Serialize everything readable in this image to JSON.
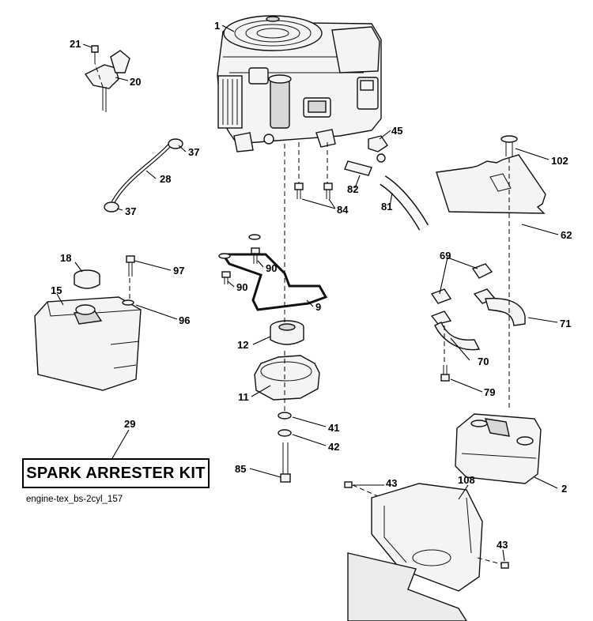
{
  "callouts": {
    "p1": "1",
    "p21": "21",
    "p20": "20",
    "p45": "45",
    "p37a": "37",
    "p37b": "37",
    "p28": "28",
    "p82": "82",
    "p84": "84",
    "p81": "81",
    "p102": "102",
    "p62": "62",
    "p18": "18",
    "p97": "97",
    "p15": "15",
    "p96": "96",
    "p90a": "90",
    "p90b": "90",
    "p9": "9",
    "p69": "69",
    "p71": "71",
    "p12": "12",
    "p70": "70",
    "p11": "11",
    "p79": "79",
    "p41": "41",
    "p42": "42",
    "p29": "29",
    "p85": "85",
    "p2": "2",
    "p43a": "43",
    "p108": "108",
    "p43b": "43"
  },
  "kit_label": "SPARK ARRESTER KIT",
  "diagram_code": "engine-tex_bs-2cyl_157"
}
